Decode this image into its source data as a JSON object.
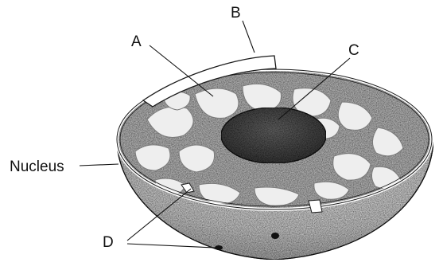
{
  "labels": {
    "a": "A",
    "b": "B",
    "c": "C",
    "d": "D",
    "nucleus": "Nucleus"
  },
  "colors": {
    "ink": "#1a1a1a",
    "cell_fill": "#d9d9d9",
    "cytoplasm_fill": "#bdbdbd",
    "vacuole_fill": "#f1f1f1",
    "nucleus_fill": "#4a4a4a",
    "membrane": "#ffffff"
  }
}
